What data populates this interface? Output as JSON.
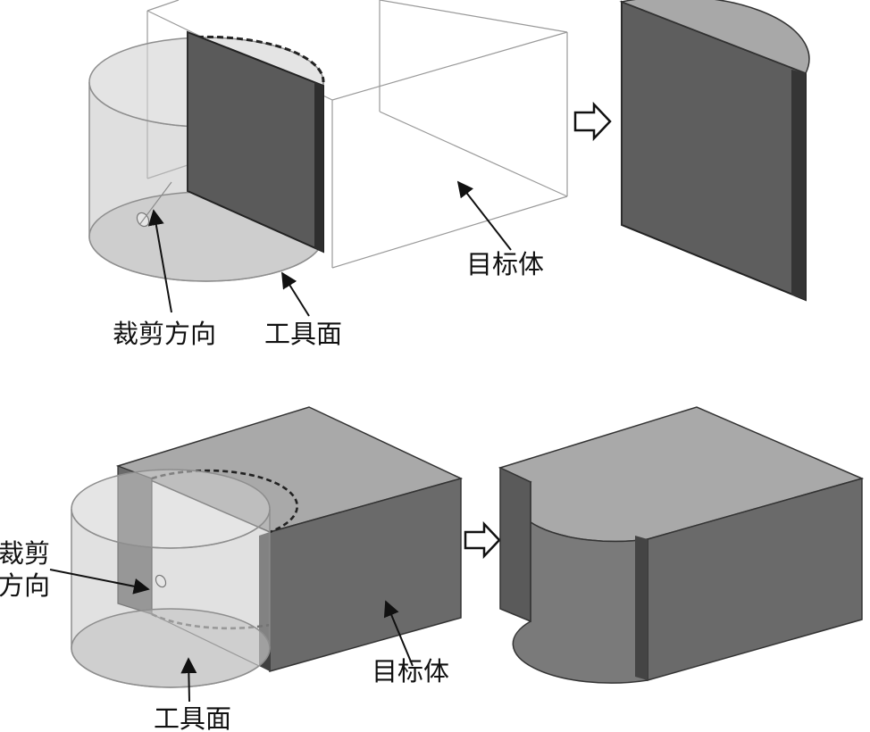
{
  "labels": {
    "top_trim_direction": "裁剪方向",
    "top_tool_face": "工具面",
    "top_target_body": "目标体",
    "bottom_trim_direction_line1": "裁剪",
    "bottom_trim_direction_line2": "方向",
    "bottom_target_body": "目标体",
    "bottom_tool_face": "工具面"
  },
  "colors": {
    "dark_face": "#5c5c5c",
    "mid_face": "#8a8a8a",
    "light_face": "#b8b8b8",
    "transparent_surface": "#c8c8c8",
    "wireframe": "#9a9a9a",
    "leader_line": "#111111"
  },
  "icons": [
    "right-arrow-icon",
    "right-arrow-icon"
  ]
}
